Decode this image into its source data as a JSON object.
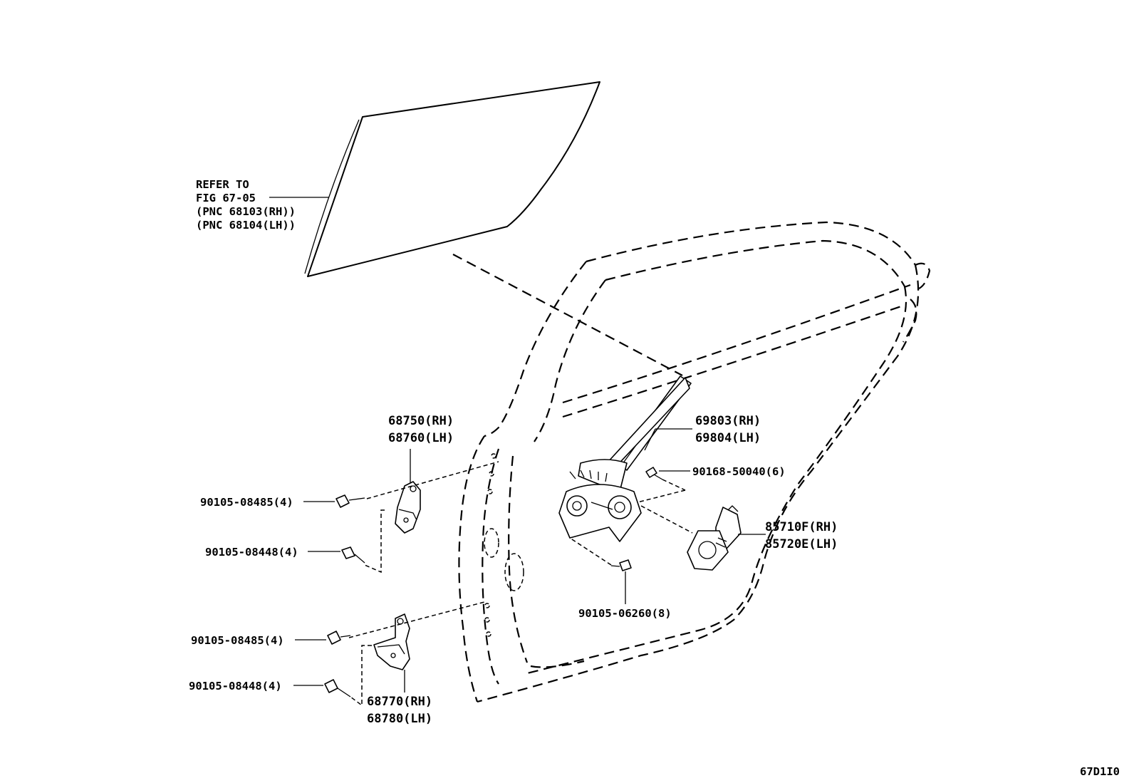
{
  "figure_id": "67D1I0",
  "glass_reference": {
    "line1": "REFER TO",
    "line2": "FIG 67-05",
    "line3": "(PNC 68103(RH))",
    "line4": "(PNC 68104(LH))"
  },
  "callouts": {
    "upper_hinge_rh": "68750(RH)",
    "upper_hinge_lh": "68760(LH)",
    "lower_hinge_rh": "68770(RH)",
    "lower_hinge_lh": "68780(LH)",
    "regulator_rh": "69803(RH)",
    "regulator_lh": "69804(LH)",
    "motor_rh": "85710F(RH)",
    "motor_lh": "85720E(LH)",
    "bolt_regulator": "90168-50040(6)",
    "bolt_regulator_lower": "90105-06260(8)",
    "bolt_upper_hinge_a": "90105-08485(4)",
    "bolt_upper_hinge_b": "90105-08448(4)",
    "bolt_lower_hinge_a": "90105-08485(4)",
    "bolt_lower_hinge_b": "90105-08448(4)"
  }
}
